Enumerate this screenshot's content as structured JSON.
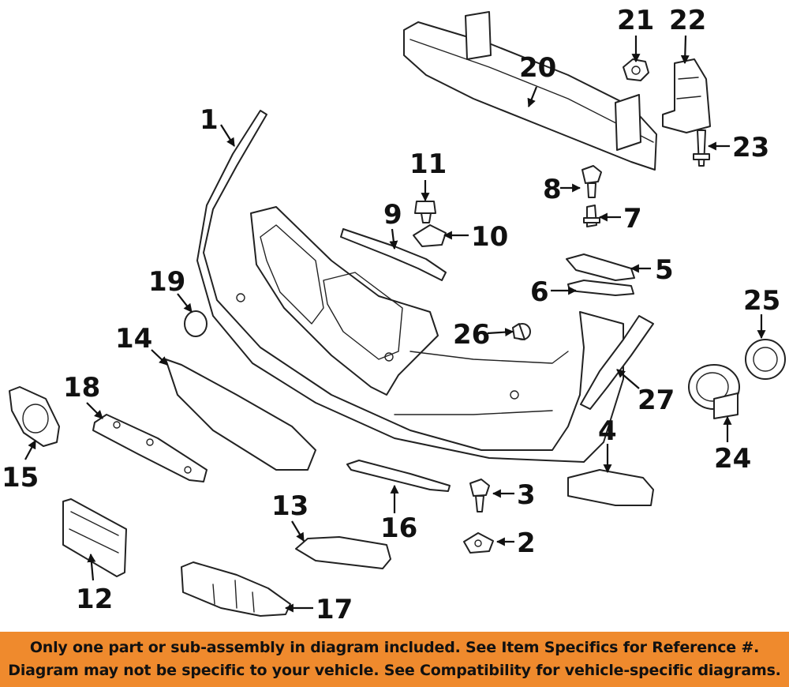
{
  "callouts": {
    "c1": "1",
    "c2": "2",
    "c3": "3",
    "c4": "4",
    "c5": "5",
    "c6": "6",
    "c7": "7",
    "c8": "8",
    "c9": "9",
    "c10": "10",
    "c11": "11",
    "c12": "12",
    "c13": "13",
    "c14": "14",
    "c15": "15",
    "c16": "16",
    "c17": "17",
    "c18": "18",
    "c19": "19",
    "c20": "20",
    "c21": "21",
    "c22": "22",
    "c23": "23",
    "c24": "24",
    "c25": "25",
    "c26": "26",
    "c27": "27"
  },
  "banner": {
    "line1": "Only one part or sub-assembly in diagram included. See Item Specifics for Reference #.",
    "line2": "Diagram may not be specific to your vehicle. See Compatibility for vehicle-specific diagrams.",
    "background_color": "#ef8a2d"
  }
}
